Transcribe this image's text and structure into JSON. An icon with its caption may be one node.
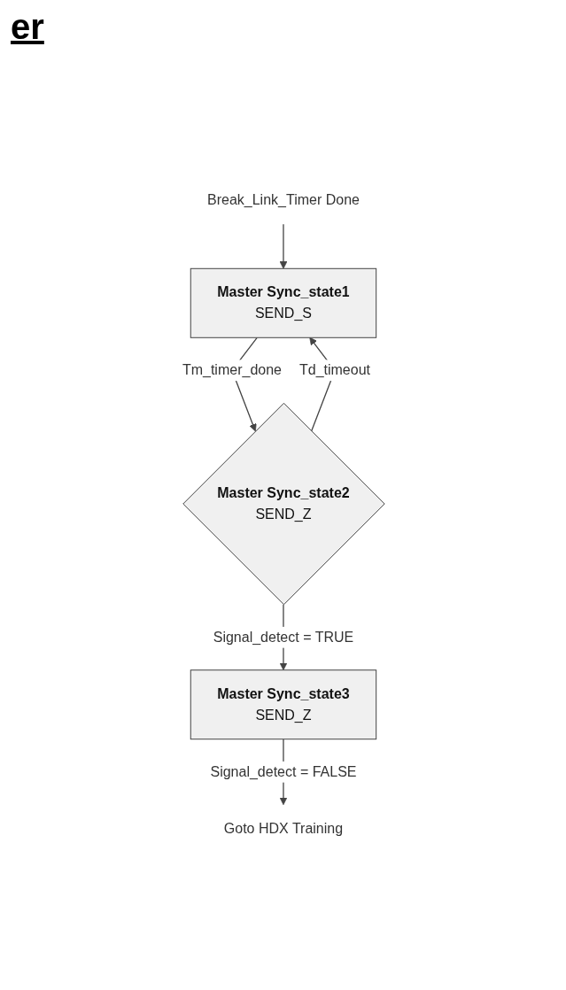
{
  "diagram": {
    "title": "er",
    "nodes": [
      {
        "text": [
          "Break_Link_Timer Done"
        ]
      },
      {
        "text": [
          "Master Sync_state1",
          "SEND_S"
        ]
      },
      {
        "text": [
          "Master Sync_state2",
          "SEND_Z"
        ]
      },
      {
        "text": [
          "Master Sync_state3",
          "SEND_Z"
        ]
      },
      {
        "text": [
          "Goto HDX Training"
        ]
      }
    ],
    "edges": [
      {
        "from": 0,
        "to": 1,
        "arrow": "to"
      },
      {
        "from": 1,
        "to": 2,
        "label": "Tm_timer_done",
        "arrow": "to"
      },
      {
        "from": 2,
        "to": 1,
        "label": "Td_timeout",
        "arrow": "to"
      },
      {
        "from": 2,
        "to": 3,
        "label": "Signal_detect = TRUE",
        "arrow": "to"
      },
      {
        "from": 3,
        "to": 4,
        "label": "Signal_detect = FALSE",
        "arrow": "to"
      }
    ]
  }
}
